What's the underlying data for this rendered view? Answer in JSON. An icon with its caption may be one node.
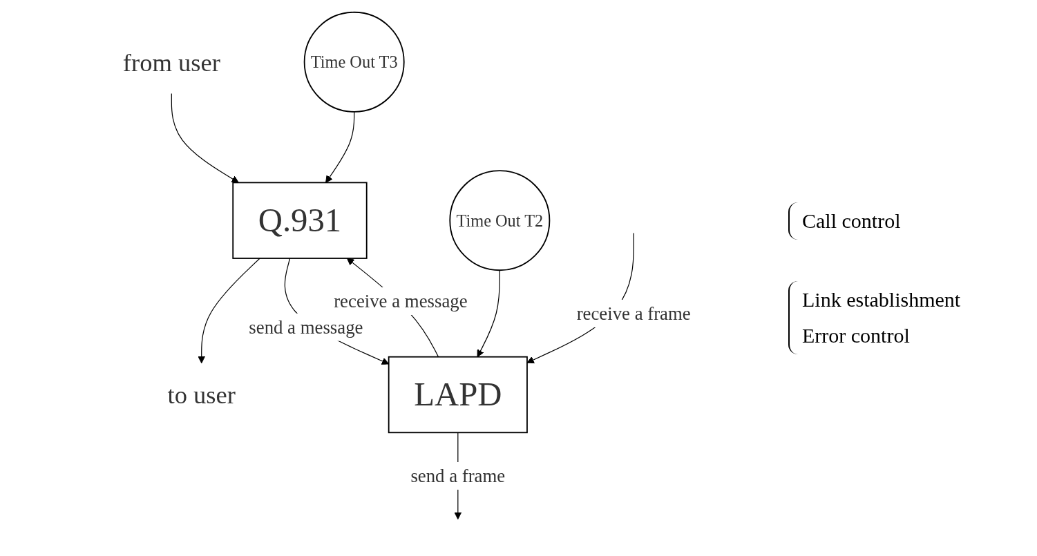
{
  "diagram": {
    "nodes": [
      {
        "text": [
          "to user"
        ]
      },
      {
        "text": [
          "from user"
        ]
      },
      {
        "text": [
          "Q.931"
        ]
      },
      {
        "text": [
          "Time Out T3"
        ]
      },
      {
        "text": [
          "LAPD"
        ]
      },
      {
        "text": [
          "Time Out T2"
        ]
      }
    ],
    "edges": [
      {
        "from": 2,
        "to": 0,
        "arrow": "to"
      },
      {
        "from": 1,
        "to": 2,
        "arrow": "to"
      },
      {
        "from": 3,
        "to": 2,
        "arrow": "to"
      },
      {
        "from": 4,
        "to": 2,
        "arrow": "to",
        "label": "receive a message"
      },
      {
        "from": 2,
        "to": 4,
        "arrow": "to",
        "label": "send a message"
      },
      {
        "from": 5,
        "to": 4,
        "arrow": "to"
      },
      {
        "from": null,
        "to": 4,
        "arrow": "to",
        "label": "receive a frame"
      },
      {
        "from": 4,
        "to": null,
        "arrow": "to",
        "label": "send a frame"
      }
    ],
    "labels": [
      "Call control",
      "Link establishment",
      "Error control"
    ]
  }
}
